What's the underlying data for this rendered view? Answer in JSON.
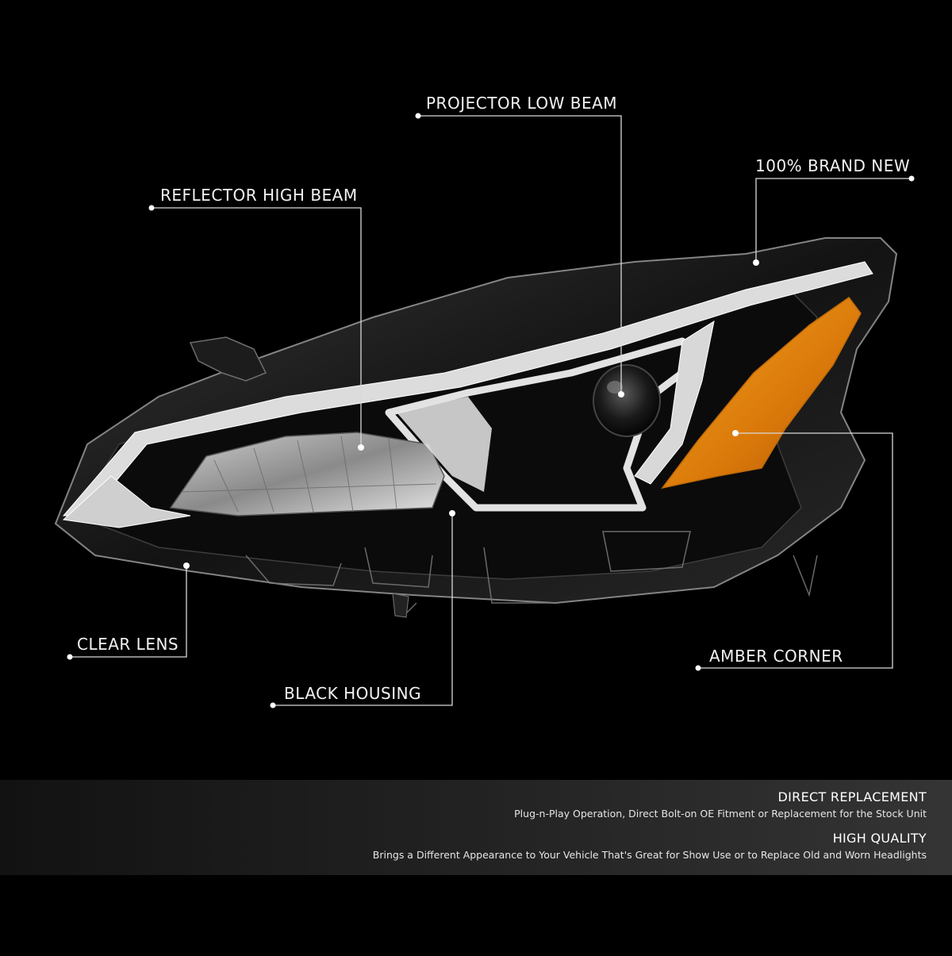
{
  "background_color": "#000000",
  "product": "headlight-assembly",
  "callouts": {
    "projector_low_beam": "PROJECTOR LOW BEAM",
    "brand_new": "100% BRAND NEW",
    "reflector_high_beam": "REFLECTOR HIGH BEAM",
    "clear_lens": "CLEAR LENS",
    "amber_corner": "AMBER CORNER",
    "black_housing": "BLACK HOUSING"
  },
  "features": [
    {
      "title": "DIRECT REPLACEMENT",
      "description": "Plug-n-Play Operation, Direct Bolt-on OE Fitment or Replacement for the Stock Unit"
    },
    {
      "title": "HIGH QUALITY",
      "description": "Brings a Different Appearance to Your Vehicle That's Great for Show Use or to Replace Old and Worn Headlights"
    }
  ],
  "colors": {
    "amber": "#e8890a",
    "chrome": "#d9d9d9",
    "housing": "#0b0b0b"
  }
}
